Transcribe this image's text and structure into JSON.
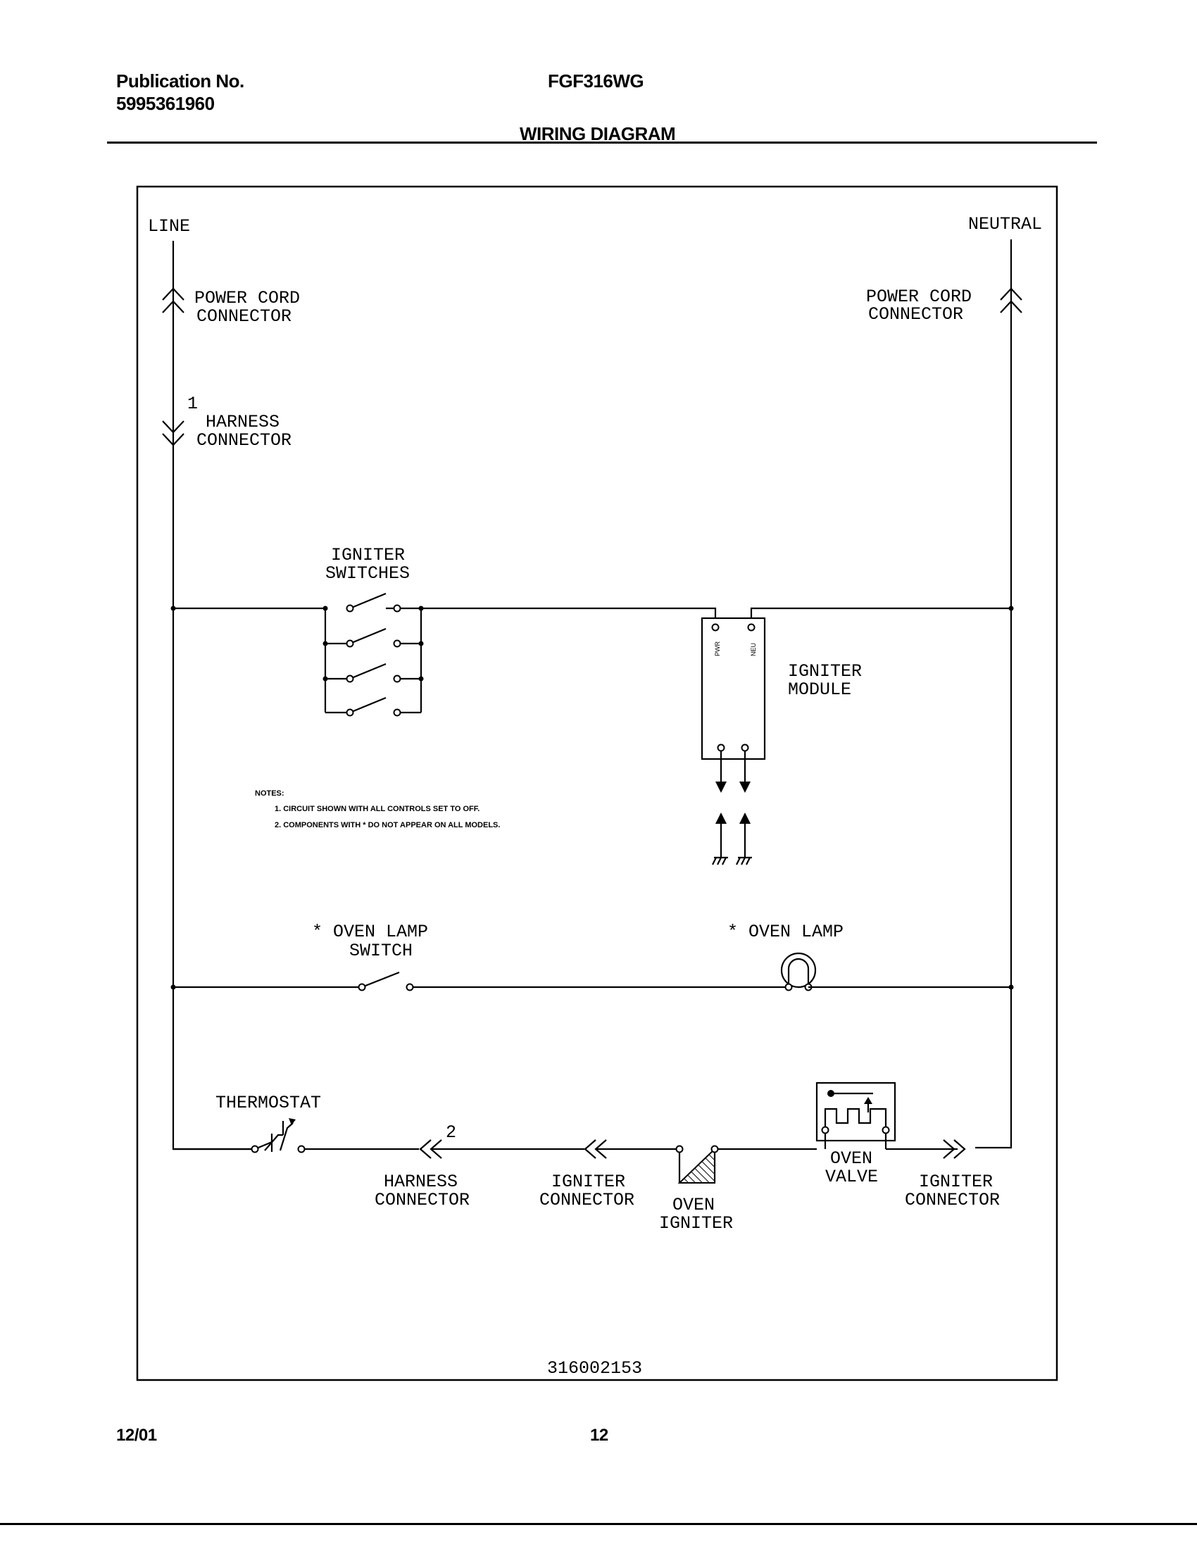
{
  "header": {
    "publication_label": "Publication No.",
    "publication_number": "5995361960",
    "model": "FGF316WG",
    "title": "WIRING DIAGRAM"
  },
  "diagram": {
    "line": "LINE",
    "neutral": "NEUTRAL",
    "power_cord_connector": [
      "POWER CORD",
      "CONNECTOR"
    ],
    "harness_connector_1": {
      "number": "1",
      "lines": [
        "HARNESS",
        "CONNECTOR"
      ]
    },
    "igniter_switches": [
      "IGNITER",
      "SWITCHES"
    ],
    "igniter_module": [
      "IGNITER",
      "MODULE"
    ],
    "module_terminals": [
      "PWR",
      "NEU"
    ],
    "notes_title": "NOTES:",
    "notes": [
      "1.  CIRCUIT SHOWN WITH ALL CONTROLS SET TO OFF.",
      "2.  COMPONENTS WITH * DO NOT APPEAR ON ALL MODELS."
    ],
    "oven_lamp_switch": [
      "* OVEN LAMP",
      "SWITCH"
    ],
    "oven_lamp": "* OVEN LAMP",
    "thermostat": "THERMOSTAT",
    "harness_connector_2": {
      "number": "2",
      "lines": [
        "HARNESS",
        "CONNECTOR"
      ]
    },
    "igniter_connector": [
      "IGNITER",
      "CONNECTOR"
    ],
    "oven_igniter": [
      "OVEN",
      "IGNITER"
    ],
    "oven_valve": [
      "OVEN",
      "VALVE"
    ],
    "drawing_number": "316002153"
  },
  "footer": {
    "date": "12/01",
    "page": "12"
  }
}
